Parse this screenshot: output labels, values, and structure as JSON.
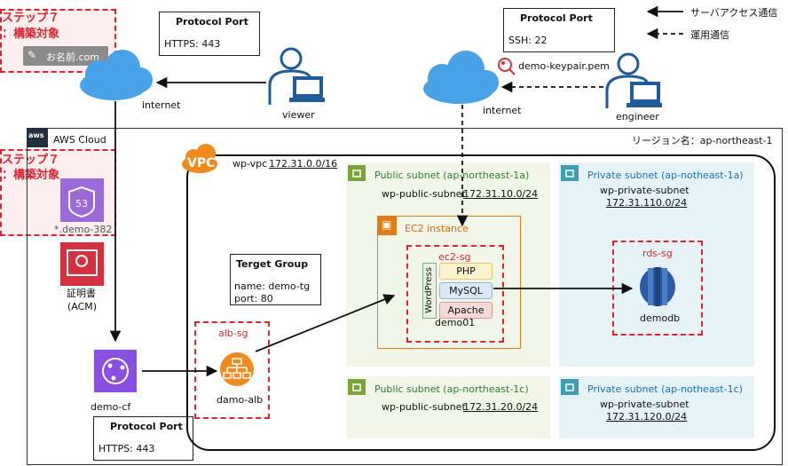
{
  "steps": [
    {
      "label": "ステップ７",
      "sub": "：構築対象"
    },
    {
      "label": "ステップ７",
      "sub": "：構築対象"
    }
  ],
  "registrar_label": "お名前.com",
  "protocol_viewer": {
    "title": "Protocol Port",
    "value": "HTTPS: 443"
  },
  "protocol_engineer": {
    "title": "Protocol Port",
    "value": "SSH: 22"
  },
  "protocol_cf": {
    "title": "Protocol Port",
    "value": "HTTPS: 443"
  },
  "legend": {
    "server_access": "サーバアクセス通信",
    "ops": "運用通信"
  },
  "internet_left": "internet",
  "internet_right": "internet",
  "viewer": "viewer",
  "engineer": "engineer",
  "keypair": "demo-keypair.pem",
  "aws_cloud": "AWS Cloud",
  "region": "リージョン名：ap-northeast-1",
  "vpc_badge": "VPC",
  "vpc_name": "wp-vpc",
  "vpc_cidr": "172.31.0.0/16",
  "subnets": {
    "pub_a": {
      "title": "Public subnet (ap-northeast-1a)",
      "name": "wp-public-subnet",
      "cidr": "172.31.10.0/24"
    },
    "priv_a": {
      "title": "Private subnet (ap-notheast-1a)",
      "name": "wp-private-subnet",
      "cidr": "172.31.110.0/24"
    },
    "pub_c": {
      "title": "Public subnet (ap-northeast-1c)",
      "name": "wp-public-subnet",
      "cidr": "172.31.20.0/24"
    },
    "priv_c": {
      "title": "Private subnet (ap-notheast-1c)",
      "name": "wp-private-subnet",
      "cidr": "172.31.120.0/24"
    }
  },
  "ec2": {
    "label": "EC2 instance",
    "sg": "ec2-sg",
    "wordpress": "WordPress",
    "php": "PHP",
    "mysql": "MySQL",
    "apache": "Apache",
    "name": "demo01"
  },
  "rds": {
    "sg": "rds-sg",
    "name": "demodb"
  },
  "route53": {
    "label": "*.demo-382",
    "icon_text": "53"
  },
  "acm": {
    "label_line1": "証明書",
    "label_line2": "(ACM)"
  },
  "cloudfront": "demo-cf",
  "alb": {
    "sg": "alb-sg",
    "name": "damo-alb"
  },
  "target_group": {
    "title": "Terget Group",
    "name": "name: demo-tg",
    "port": "port: 80"
  },
  "colors": {
    "step_red": "#e0212e",
    "step_bg": "#fde9ea",
    "public_bg": "#f2f6e9",
    "private_bg": "#e6f3f6",
    "ec2_orange": "#e07b16",
    "route53_purple": "#9b6ad6",
    "acm_red": "#d62f3d",
    "cf_purple": "#8a4fe0",
    "alb_orange": "#f08a1c",
    "rds_blue": "#2d5aa6",
    "cloud_blue": "#47a2e8",
    "person_blue": "#1f5c99"
  }
}
